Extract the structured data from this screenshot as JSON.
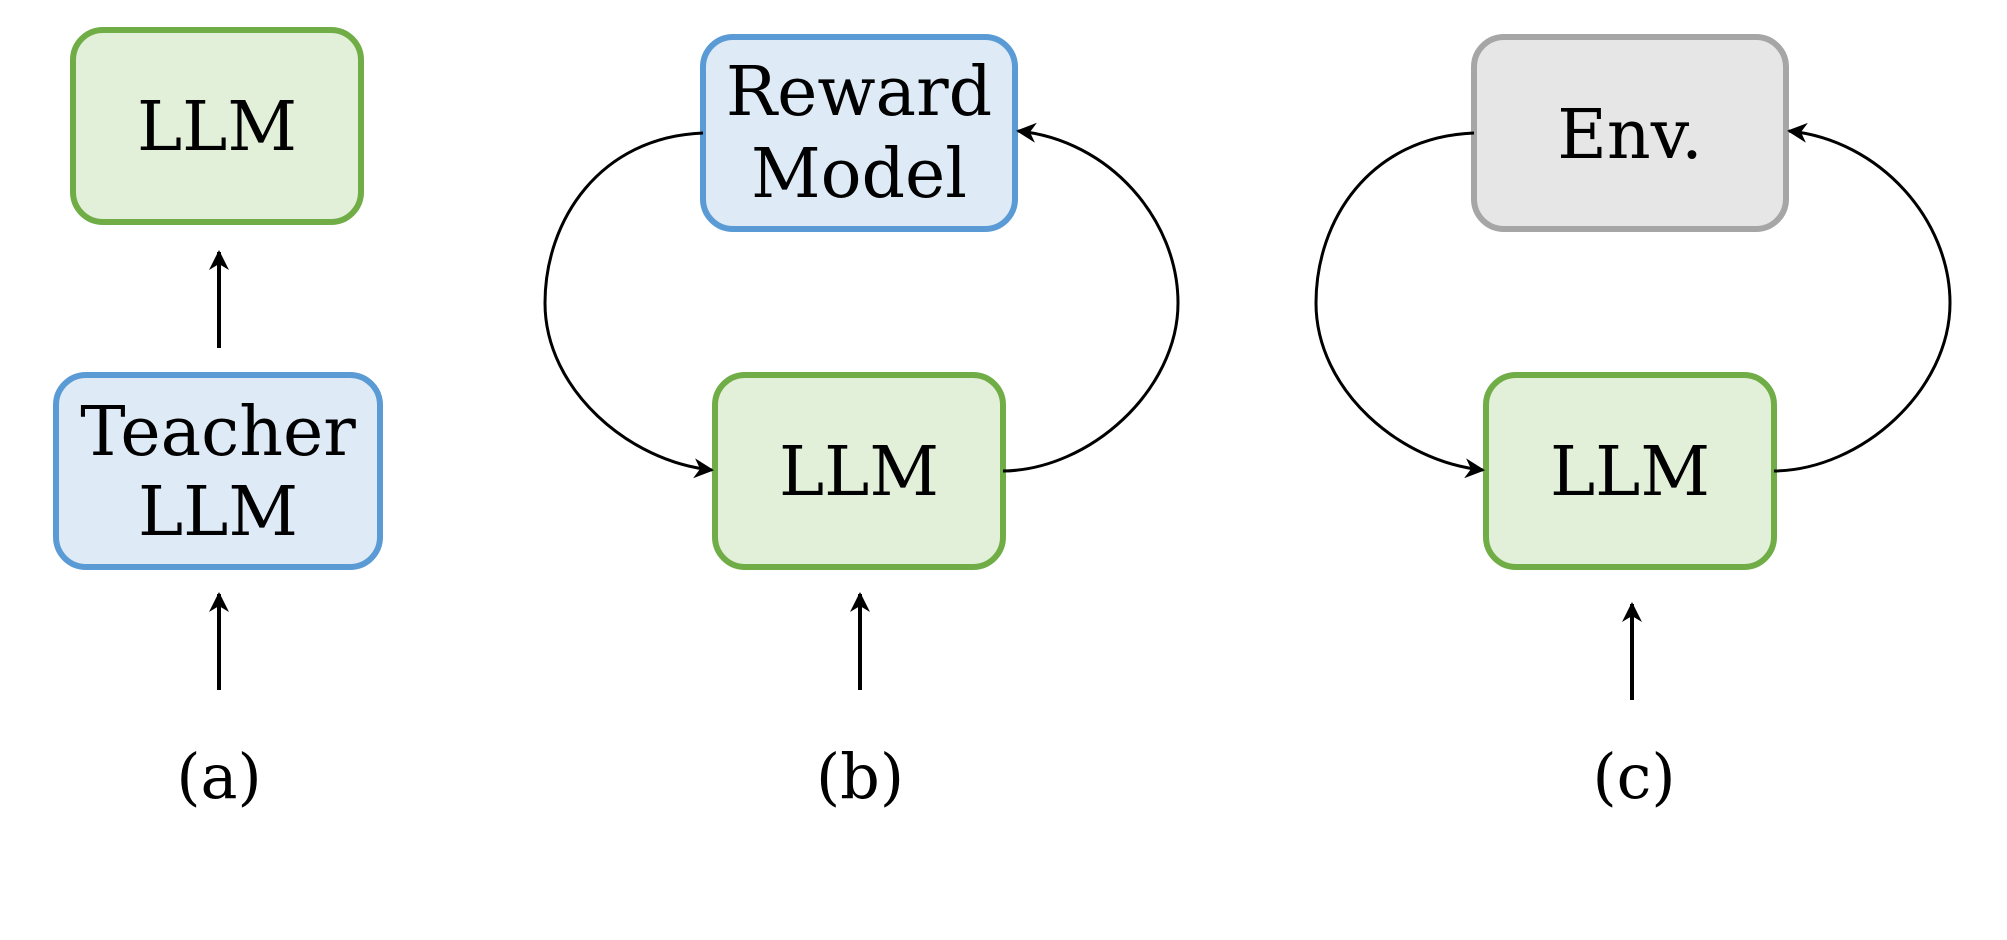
{
  "colors": {
    "green_fill": "#e2efd9",
    "green_stroke": "#70ad47",
    "blue_fill": "#deebf7",
    "blue_stroke": "#5b9bd5",
    "gray_fill": "#e7e6e6",
    "gray_stroke": "#a6a6a6",
    "line": "#000000"
  },
  "panel_a": {
    "top_box": [
      "LLM"
    ],
    "bottom_box": [
      "Teacher",
      "LLM"
    ],
    "caption": "(a)"
  },
  "panel_b": {
    "top_box": [
      "Reward",
      "Model"
    ],
    "bottom_box": [
      "LLM"
    ],
    "caption": "(b)"
  },
  "panel_c": {
    "top_box": [
      "Env."
    ],
    "bottom_box": [
      "LLM"
    ],
    "caption": "(c)"
  }
}
